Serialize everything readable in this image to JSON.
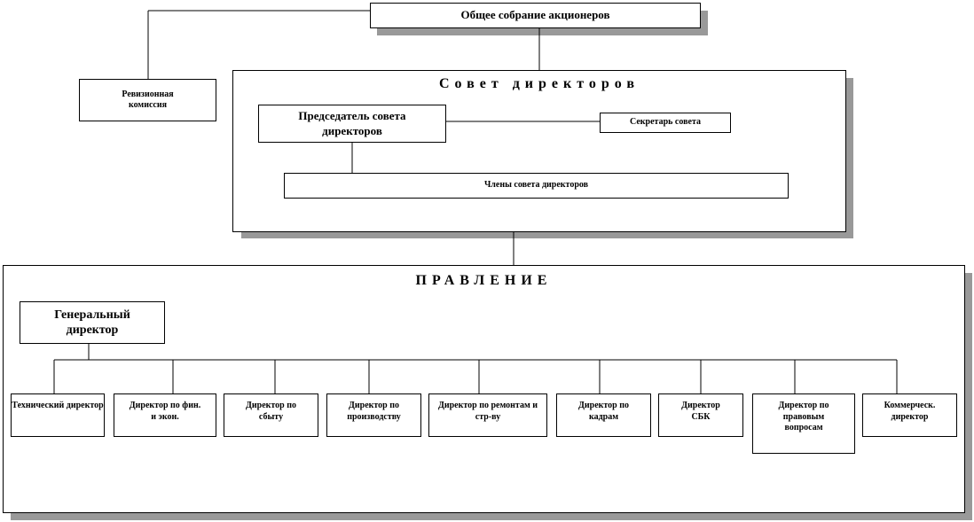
{
  "shareholders": "Общее собрание акционеров",
  "audit_commission": "Ревизионная комиссия",
  "board": {
    "title": "Совет директоров",
    "chairman": "Председатель совета директоров",
    "secretary": "Секретарь совета",
    "members": "Члены совета директоров"
  },
  "management": {
    "title": "ПРАВЛЕНИЕ",
    "general_director": "Генеральный директор",
    "directors": [
      "Технический директор",
      "Директор по фин. и экон.",
      "Директор по сбыту",
      "Директор по производству",
      "Директор по ремонтам и стр-ву",
      "Директор по кадрам",
      "Директор СБК",
      "Директор по правовым вопросам",
      "Коммерческ. директор"
    ]
  },
  "colors": {
    "shadow": "#999999",
    "line": "#000000"
  }
}
